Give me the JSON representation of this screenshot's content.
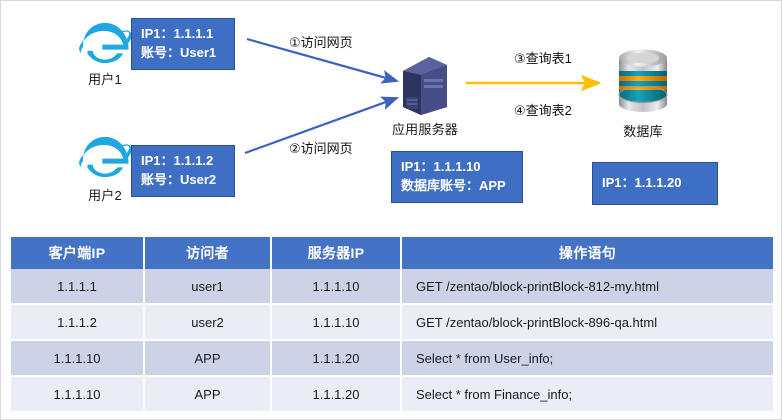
{
  "diagram": {
    "clients": [
      {
        "icon": "internet-explorer-icon",
        "caption": "用户1",
        "box": {
          "ip": "IP1：1.1.1.1",
          "account": "账号：User1"
        }
      },
      {
        "icon": "internet-explorer-icon",
        "caption": "用户2",
        "box": {
          "ip": "IP1：1.1.1.2",
          "account": "账号：User2"
        }
      }
    ],
    "app_server": {
      "icon": "server-tower-icon",
      "caption": "应用服务器",
      "box": {
        "ip": "IP1：1.1.1.10",
        "account": "数据库账号：APP"
      }
    },
    "database": {
      "icon": "database-cylinder-icon",
      "caption": "数据库",
      "box": {
        "ip": "IP1：1.1.1.20"
      }
    },
    "flows": [
      {
        "label": "①访问网页",
        "color": "#3A63C0"
      },
      {
        "label": "②访问网页",
        "color": "#3A63C0"
      },
      {
        "label": "③查询表1",
        "color": "#FFBF00"
      },
      {
        "label": "④查询表2",
        "color": "#FFBF00"
      }
    ],
    "colors": {
      "arrow_blue": "#3A63C0",
      "arrow_orange": "#FFBF00",
      "box_fill": "#3F6FC4",
      "box_border": "#2B4F92",
      "server_dark": "#3C4377",
      "ie_blue": "#1EA7E1"
    }
  },
  "table": {
    "columns": [
      "客户端IP",
      "访问者",
      "服务器IP",
      "操作语句"
    ],
    "rows": [
      [
        "1.1.1.1",
        "user1",
        "1.1.1.10",
        "GET  /zentao/block-printBlock-812-my.html"
      ],
      [
        "1.1.1.2",
        "user2",
        "1.1.1.10",
        "GET  /zentao/block-printBlock-896-qa.html"
      ],
      [
        "1.1.1.10",
        "APP",
        "1.1.1.20",
        "Select  *  from  User_info;"
      ],
      [
        "1.1.1.10",
        "APP",
        "1.1.1.20",
        "Select  *  from  Finance_info;"
      ]
    ],
    "colors": {
      "header_bg": "#4472C4",
      "row_odd_bg": "#CDD3E7",
      "row_even_bg": "#EAEDF6"
    }
  }
}
